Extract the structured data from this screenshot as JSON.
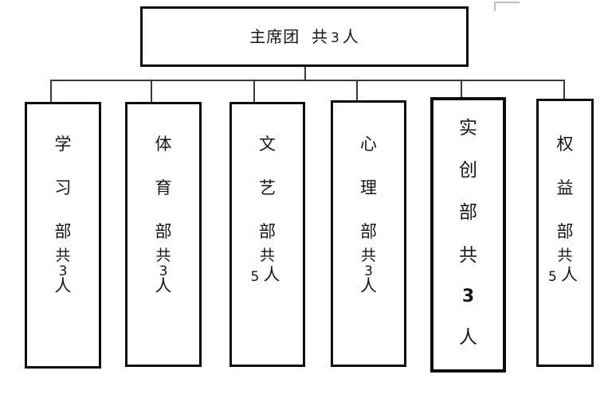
{
  "diagram": {
    "type": "organization-chart",
    "orientation": "top-down",
    "title_text": "主席团 共 3 人",
    "root": {
      "name": "主席团",
      "qty_label": "共",
      "count": "3",
      "unit": "人",
      "full_text": "主席团 共 3 人"
    },
    "children": [
      {
        "id": "study",
        "chars": [
          "学",
          "习",
          "部"
        ],
        "qty_label": "共",
        "count": "3",
        "unit": "人",
        "full_text": "学习部共3人",
        "layout": "stacked",
        "emphasis": false
      },
      {
        "id": "sports",
        "chars": [
          "体",
          "育",
          "部"
        ],
        "qty_label": "共",
        "count": "3",
        "unit": "人",
        "full_text": "体育部共3人",
        "layout": "stacked",
        "emphasis": false
      },
      {
        "id": "arts",
        "chars": [
          "文",
          "艺",
          "部"
        ],
        "qty_label": "共",
        "count": "5",
        "unit": "人",
        "full_text": "文艺部共5人",
        "layout": "overlap",
        "emphasis": false
      },
      {
        "id": "psychology",
        "chars": [
          "心",
          "理",
          "部"
        ],
        "qty_label": "共",
        "count": "3",
        "unit": "人",
        "full_text": "心理部共3人",
        "layout": "stacked",
        "emphasis": false
      },
      {
        "id": "innovation",
        "chars": [
          "实",
          "创",
          "部"
        ],
        "qty_label": "共",
        "count": "3",
        "unit": "人",
        "full_text": "实创部共3人",
        "layout": "stacked",
        "emphasis": true
      },
      {
        "id": "rights",
        "chars": [
          "权",
          "益",
          "部"
        ],
        "qty_label": "共",
        "count": "5",
        "unit": "人",
        "full_text": "权益部共5人",
        "layout": "overlap",
        "emphasis": false
      }
    ],
    "colors": {
      "border": "#0d0d0d",
      "connector": "#3a3a3a",
      "text": "#14161c",
      "background": "#ffffff",
      "artifact": "#bdbdbd"
    }
  }
}
